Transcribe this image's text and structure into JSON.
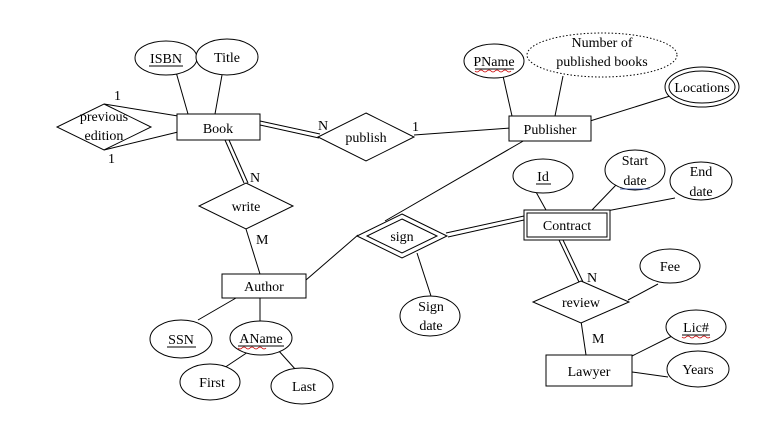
{
  "entities": {
    "book": "Book",
    "publisher": "Publisher",
    "author": "Author",
    "contract": "Contract",
    "lawyer": "Lawyer"
  },
  "relationships": {
    "previous_edition": [
      "previous",
      "edition"
    ],
    "publish": "publish",
    "write": "write",
    "sign": "sign",
    "review": "review"
  },
  "attributes": {
    "isbn": "ISBN",
    "title": "Title",
    "pname": "PName",
    "number_published": [
      "Number of",
      "published books"
    ],
    "locations": "Locations",
    "id": "Id",
    "start_date": [
      "Start",
      "date"
    ],
    "end_date": [
      "End",
      "date"
    ],
    "fee": "Fee",
    "lic": "Lic#",
    "years": "Years",
    "ssn": "SSN",
    "aname": "AName",
    "first": "First",
    "last": "Last",
    "sign_date": [
      "Sign",
      "date"
    ]
  },
  "cardinalities": {
    "prev_top": "1",
    "prev_bottom": "1",
    "publish_book": "N",
    "publish_publisher": "1",
    "write_book": "N",
    "write_author": "M",
    "review_contract": "N",
    "review_lawyer": "M"
  }
}
